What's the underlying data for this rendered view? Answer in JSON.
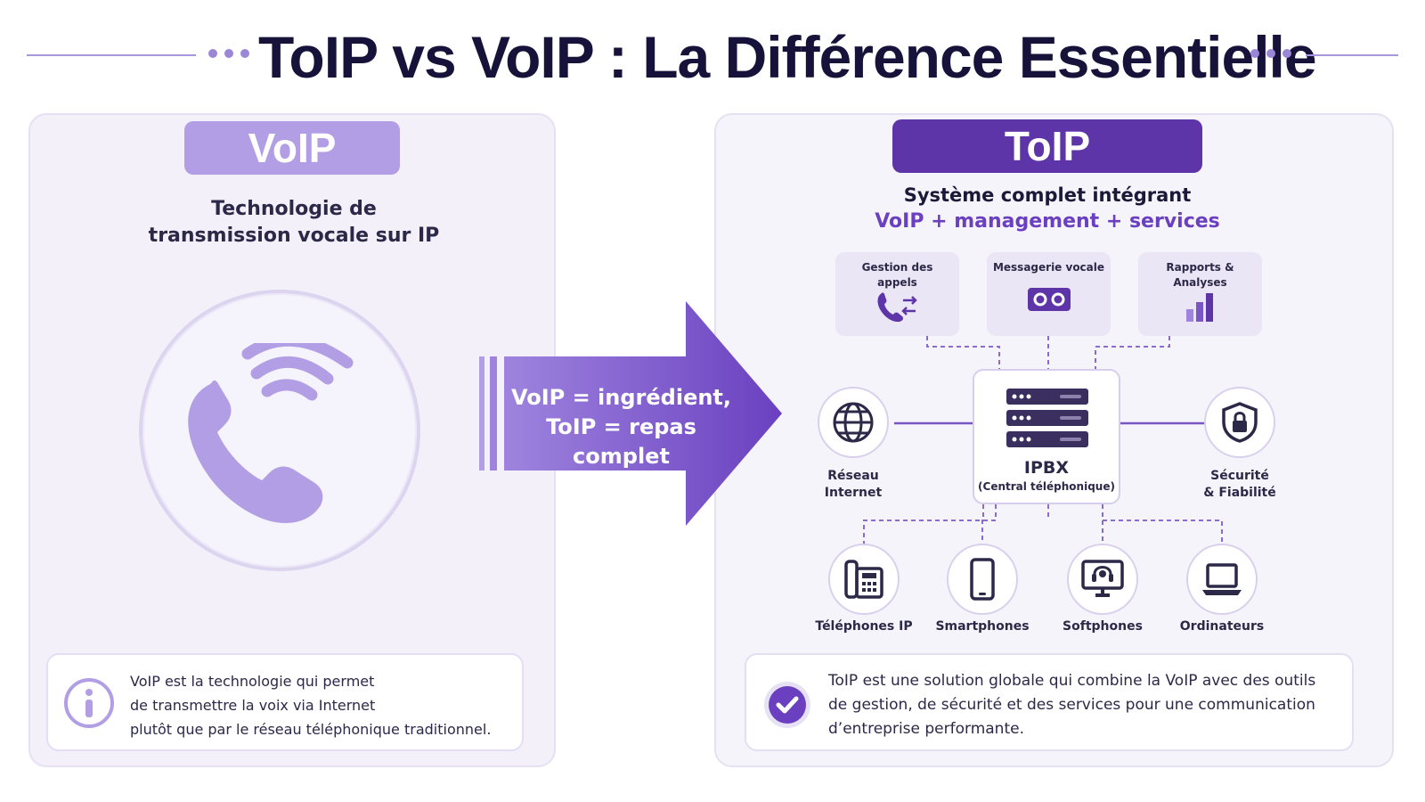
{
  "title": "ToIP vs VoIP : La Différence Essentielle",
  "voip": {
    "badge": "VoIP",
    "subtitle_line1": "Technologie de",
    "subtitle_line2": "transmission vocale sur IP",
    "info_line1": "VoIP est la technologie qui permet",
    "info_line2": "de transmettre la voix via Internet",
    "info_line3": "plutôt que par le réseau téléphonique traditionnel."
  },
  "arrow": {
    "line1": "VoIP = ingrédient,",
    "line2": "ToIP = repas complet"
  },
  "toip": {
    "badge": "ToIP",
    "subtitle_line1": "Système complet intégrant",
    "subtitle_line2": "VoIP + management + services",
    "features": [
      {
        "line1": "Gestion des",
        "line2": "appels",
        "icon": "call-transfer-icon"
      },
      {
        "line1": "Messagerie vocale",
        "line2": "",
        "icon": "voicemail-icon"
      },
      {
        "line1": "Rapports &",
        "line2": "Analyses",
        "icon": "bar-chart-icon"
      }
    ],
    "hub": {
      "name": "IPBX",
      "sub": "(Central téléphonique)",
      "icon": "server-icon"
    },
    "left_node": {
      "line1": "Réseau",
      "line2": "Internet",
      "icon": "globe-icon"
    },
    "right_node": {
      "line1": "Sécurité",
      "line2": "& Fiabilité",
      "icon": "shield-lock-icon"
    },
    "devices": [
      {
        "label": "Téléphones IP",
        "icon": "desk-phone-icon"
      },
      {
        "label": "Smartphones",
        "icon": "smartphone-icon"
      },
      {
        "label": "Softphones",
        "icon": "headset-monitor-icon"
      },
      {
        "label": "Ordinateurs",
        "icon": "laptop-icon"
      }
    ],
    "info_line1": "ToIP est une solution globale qui combine la VoIP avec des outils",
    "info_line2": "de gestion, de sécurité et des services pour une communication",
    "info_line3": "d’entreprise performante."
  },
  "colors": {
    "accent_dark": "#5e35a8",
    "accent_light": "#b29ee4",
    "accent_text": "#6a40c0",
    "panel_bg": "#f3f0fa"
  }
}
